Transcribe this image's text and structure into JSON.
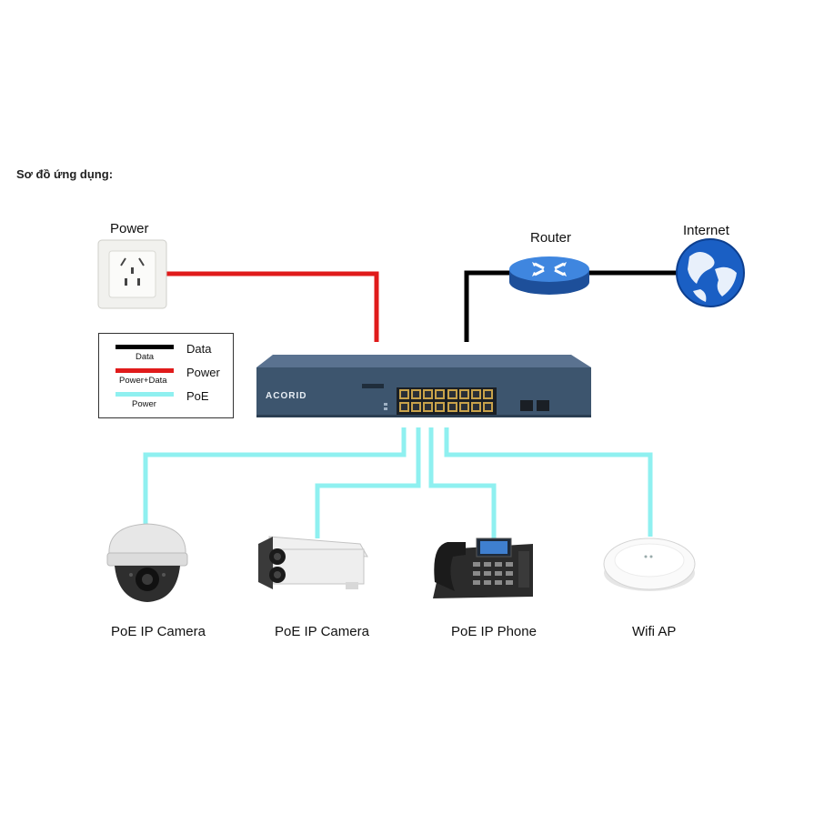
{
  "heading": "Sơ đồ ứng dụng:",
  "nodes": {
    "power": "Power",
    "router": "Router",
    "internet": "Internet",
    "switch_brand": "ACORID",
    "camera_dome": "PoE IP Camera",
    "camera_bullet": "PoE IP Camera",
    "phone": "PoE IP Phone",
    "wifi_ap": "Wifi AP"
  },
  "legend": [
    {
      "name": "Data",
      "caption": "Data",
      "color": "#000000"
    },
    {
      "name": "Power",
      "caption": "Power+Data",
      "color": "#e01b1b"
    },
    {
      "name": "PoE",
      "caption": "Power",
      "color": "#8ff0f0"
    }
  ],
  "colors": {
    "data": "#000000",
    "power": "#e01b1b",
    "poe": "#8ff0f0",
    "switch_body": "#3d556e",
    "router": "#2f6fc9"
  }
}
